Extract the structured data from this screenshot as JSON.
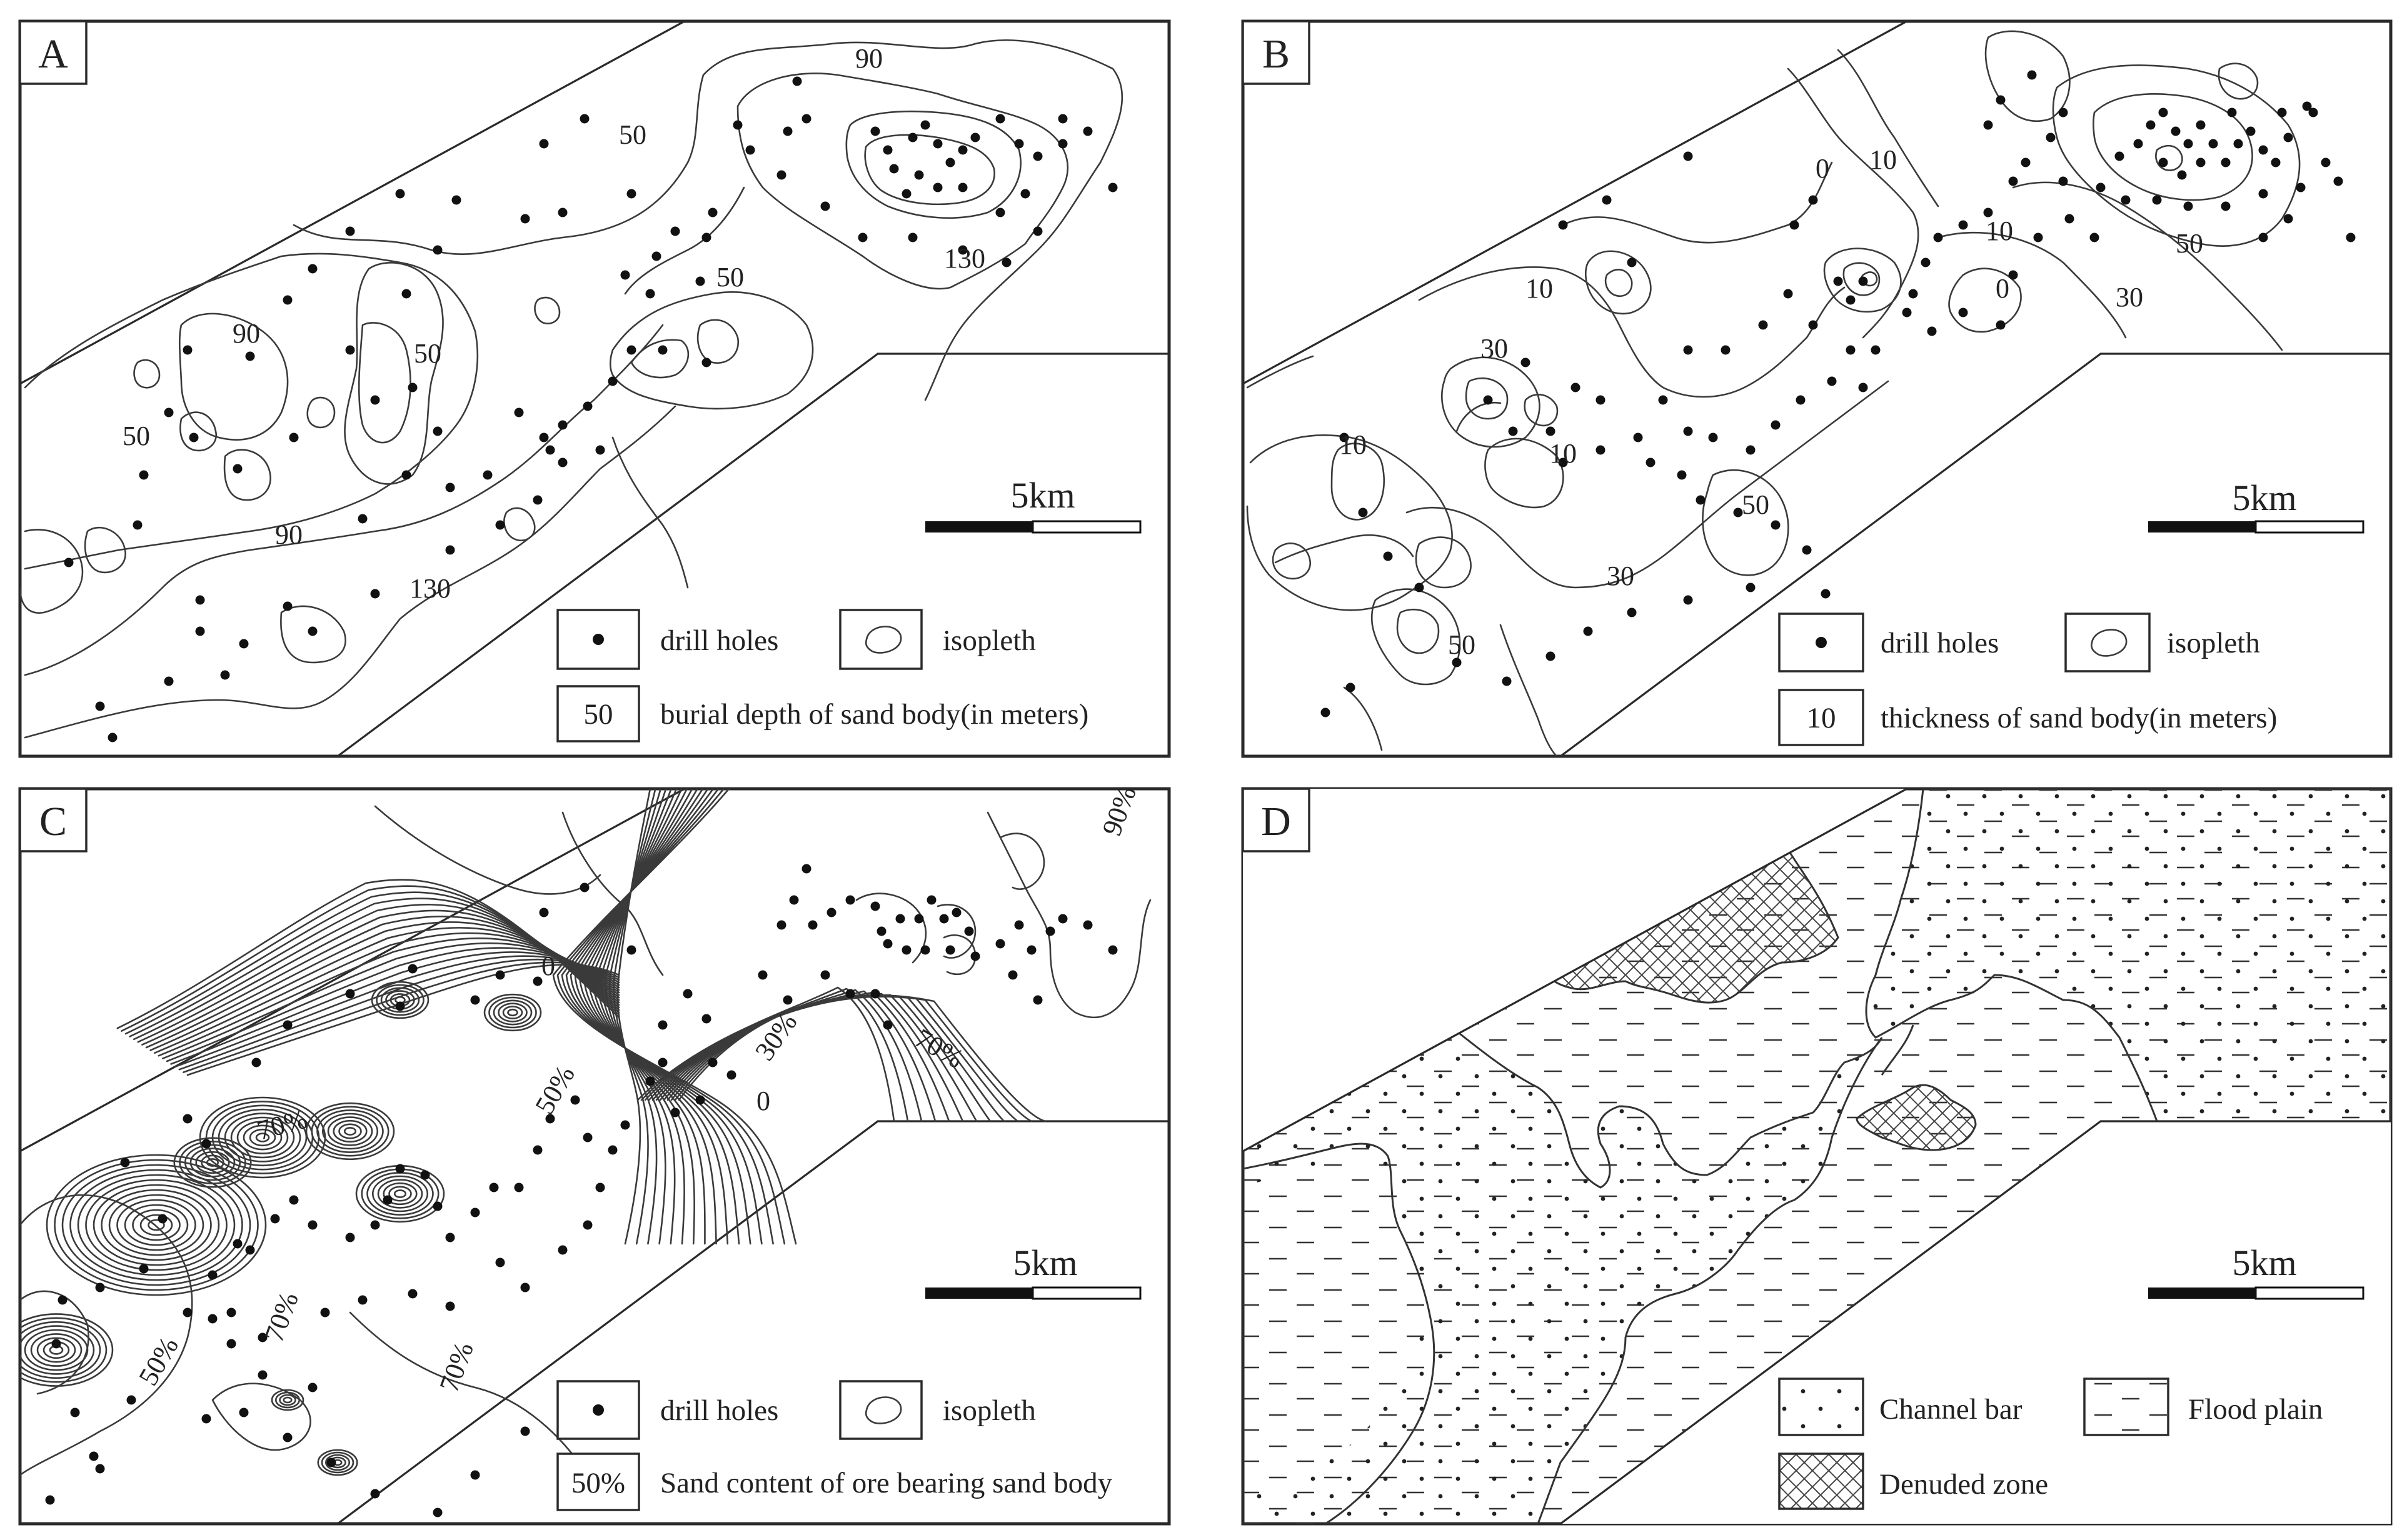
{
  "panels": [
    {
      "letter": "A",
      "scale_label": "5km",
      "legend": {
        "drill_holes": "drill holes",
        "isopleth": "isopleth",
        "value_sample": "50",
        "value_caption": "burial depth of sand body(in meters)"
      },
      "contour_labels": [
        "50",
        "90",
        "50",
        "90",
        "50",
        "90",
        "130",
        "50",
        "130"
      ]
    },
    {
      "letter": "B",
      "scale_label": "5km",
      "legend": {
        "drill_holes": "drill holes",
        "isopleth": "isopleth",
        "value_sample": "10",
        "value_caption": "thickness of sand body(in meters)"
      },
      "contour_labels": [
        "0",
        "10",
        "10",
        "10",
        "0",
        "30",
        "50",
        "30",
        "10",
        "10",
        "30",
        "50",
        "50"
      ]
    },
    {
      "letter": "C",
      "scale_label": "5km",
      "legend": {
        "drill_holes": "drill holes",
        "isopleth": "isopleth",
        "value_sample": "50%",
        "value_caption": "Sand content of ore bearing sand body"
      },
      "contour_labels": [
        "0",
        "90%",
        "70%",
        "30%",
        "0",
        "50%",
        "70%",
        "70%",
        "50%",
        "70%"
      ]
    },
    {
      "letter": "D",
      "scale_label": "5km",
      "legend": {
        "channel_bar": "Channel bar",
        "flood_plain": "Flood plain",
        "denuded_zone": "Denuded zone"
      }
    }
  ]
}
